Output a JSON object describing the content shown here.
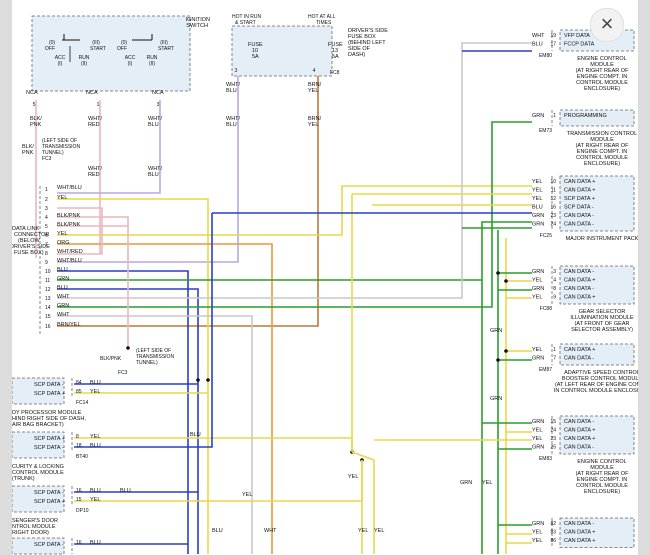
{
  "close_icon": "×",
  "colors": {
    "yel": "#e8d84a",
    "blu": "#2a3fc9",
    "grn": "#2c9e2c",
    "wht": "#c8c8c8",
    "org": "#e89a3a",
    "brn": "#b87a3a",
    "violet": "#b8a8e0",
    "pink": "#e8b8c0",
    "box": "#e4eef6"
  },
  "ignition": {
    "title1": "IGNITION",
    "title2": "SWITCH",
    "lock1": "(I)",
    "lock2": "(II)",
    "lock3": "(III)",
    "lock0": "(0)",
    "off": "OFF",
    "acc": "ACC",
    "run": "RUN",
    "start": "START",
    "lockB1": "(I)",
    "lockB2": "(II)",
    "lockB3": "(III)",
    "lockB0": "(0)",
    "offB": "OFF",
    "accB": "ACC",
    "runB": "RUN",
    "startB": "START",
    "pin5": "5",
    "pin1": "1",
    "pin3": "3",
    "ncaL": "NCA",
    "ncaM": "NCA",
    "ncaR": "NCA"
  },
  "fusebox": {
    "hot_run1": "HOT IN RUN",
    "hot_run2": "& START",
    "hot_all1": "HOT AT ALL",
    "hot_all2": "TIMES",
    "title1": "DRIVER'S SIDE",
    "title2": "FUSE BOX",
    "title3": "(BEHIND LEFT",
    "title4": "SIDE OF",
    "title5": "DASH)",
    "fuse_a": "FUSE",
    "fuse_a_num": "10",
    "fuse_a_amp": "5A",
    "fuse_b": "FUSE",
    "fuse_b_num": "13",
    "fuse_b_amp": "5A",
    "pin3": "3",
    "pin4": "4",
    "conn": "FC8"
  },
  "wires_left": {
    "blk_pnk": "BLK/",
    "blk_pnk2": "PNK",
    "blk_pnk3": "BLK/",
    "blk_pnk4": "PNK",
    "wht_red": "WHT/",
    "wht_red2": "RED",
    "wht_red3": "WHT/",
    "wht_red4": "RED",
    "wht_blu": "WHT/",
    "wht_blu2": "BLU",
    "wht_blu3": "WHT/",
    "wht_blu4": "BLU",
    "fuse_wht_blu": "WHT/",
    "fuse_wht_blu2": "BLU",
    "fuse_wht_blu3": "WHT/",
    "fuse_wht_blu4": "BLU",
    "brn_yel": "BRN/",
    "brn_yel2": "YEL",
    "brn_yel3": "BRN/",
    "brn_yel4": "YEL",
    "tunnel1": "(LEFT SIDE OF",
    "tunnel2": "TRANSMISSION",
    "tunnel3": "TUNNEL)",
    "fc3": "FC3"
  },
  "dlc": {
    "label1": "DATA LINK",
    "label2": "CONNECTOR",
    "label3": "(BELOW",
    "label4": "DRIVER'S SIDE",
    "label5": "FUSE BOX)",
    "pins": [
      {
        "n": "1",
        "c": "WHT/BLU"
      },
      {
        "n": "2",
        "c": "YEL"
      },
      {
        "n": "3",
        "c": ""
      },
      {
        "n": "4",
        "c": "BLK/PNK"
      },
      {
        "n": "5",
        "c": "BLK/PNK"
      },
      {
        "n": "6",
        "c": "YEL"
      },
      {
        "n": "7",
        "c": "ORG"
      },
      {
        "n": "8",
        "c": "WHT/RED"
      },
      {
        "n": "9",
        "c": "WHT/BLU"
      },
      {
        "n": "10",
        "c": "BLU"
      },
      {
        "n": "11",
        "c": "GRN"
      },
      {
        "n": "12",
        "c": "BLU"
      },
      {
        "n": "13",
        "c": "WHT"
      },
      {
        "n": "14",
        "c": "GRN"
      },
      {
        "n": "15",
        "c": "WHT"
      },
      {
        "n": "16",
        "c": "BRN/YEL"
      }
    ]
  },
  "mid": {
    "blk_pnk": "BLK/PNK",
    "tunnel1": "(LEFT SIDE OF",
    "tunnel2": "TRANSMISSION",
    "tunnel3": "TUNNEL)",
    "fc3": "FC3",
    "blu1": "BLU",
    "blu2": "BLU",
    "yel1": "YEL",
    "yel2": "YEL",
    "yel3": "YEL",
    "yel4": "YEL",
    "wht": "WHT",
    "blu3": "BLU"
  },
  "left_modules": [
    {
      "id": "body",
      "l1": "SCP DATA -",
      "l2": "SCP DATA +",
      "p1": "84",
      "p2": "85",
      "w1": "BLU",
      "w2": "YEL",
      "conn": "FC14",
      "d1": "DY PROCESSOR MODULE",
      "d2": "HIND RIGHT SIDE OF DASH,",
      "d3": "AIR BAG BRACKET)"
    },
    {
      "id": "security",
      "l1": "SCP DATA +",
      "l2": "SCP DATA -",
      "p1": "8",
      "p2": "18",
      "w1": "YEL",
      "w2": "BLU",
      "conn": "BT40",
      "d1": "CURITY & LOCKING",
      "d2": "CONTROL MODULE",
      "d3": "(TRUNK)"
    },
    {
      "id": "passdoor",
      "l1": "SCP DATA -",
      "l2": "SCP DATA +",
      "p1": "16",
      "p2": "15",
      "w1": "BLU",
      "w2": "YEL",
      "conn": "DP10",
      "d1": "SENGER'S DOOR",
      "d2": "NTROL MODULE",
      "d3": "RIGHT DOOR)"
    },
    {
      "id": "last",
      "l1": "SCP DATA -",
      "l2": "",
      "p1": "16",
      "p2": "",
      "w1": "BLU",
      "w2": "",
      "conn": "",
      "d1": "",
      "d2": "",
      "d3": ""
    }
  ],
  "right_modules": [
    {
      "id": "ecm1",
      "rows": [
        {
          "w": "WHT",
          "p": "19",
          "l": "VFP DATA"
        },
        {
          "w": "BLU",
          "p": "17",
          "l": "FCCP DATA"
        }
      ],
      "conn": "EM80",
      "d": [
        "ENGINE CONTROL",
        "MODULE",
        "(AT RIGHT REAR OF",
        "ENGINE COMPT. IN",
        "CONTROL MODULE",
        "ENCLOSURE)"
      ]
    },
    {
      "id": "tcm",
      "rows": [
        {
          "w": "GRN",
          "p": "1",
          "l": "PROGRAMMING"
        }
      ],
      "conn": "EM73",
      "d": [
        "TRANSMISSION CONTROL",
        "MODULE",
        "(AT RIGHT REAR OF",
        "ENGINE COMPT. IN",
        "CONTROL MODULE",
        "ENCLOSURE)"
      ]
    },
    {
      "id": "ipk",
      "rows": [
        {
          "w": "YEL",
          "p": "10",
          "l": "CAN DATA +"
        },
        {
          "w": "YEL",
          "p": "11",
          "l": "CAN DATA +"
        },
        {
          "w": "YEL",
          "p": "12",
          "l": "SCP DATA +"
        },
        {
          "w": "BLU",
          "p": "16",
          "l": "SCP DATA -"
        },
        {
          "w": "GRN",
          "p": "23",
          "l": "CAN DATA -"
        },
        {
          "w": "GRN",
          "p": "24",
          "l": "CAN DATA -"
        }
      ],
      "conn": "FC25",
      "d": [
        "MAJOR INSTRUMENT PACK"
      ]
    },
    {
      "id": "gear",
      "rows": [
        {
          "w": "GRN",
          "p": "3",
          "l": "CAN DATA -"
        },
        {
          "w": "YEL",
          "p": "4",
          "l": "CAN DATA +"
        },
        {
          "w": "GRN",
          "p": "8",
          "l": "CAN DATA -"
        },
        {
          "w": "YEL",
          "p": "9",
          "l": "CAN DATA +"
        }
      ],
      "conn": "FC88",
      "d": [
        "GEAR SELECTOR",
        "ILLUMINATION MODULE",
        "(AT FRONT OF GEAR",
        "SELECTOR ASSEMBLY)"
      ]
    },
    {
      "id": "speed",
      "rows": [
        {
          "w": "YEL",
          "p": "1",
          "l": "CAN DATA +"
        },
        {
          "w": "GRN",
          "p": "7",
          "l": "CAN DATA -"
        }
      ],
      "conn": "EM87",
      "d": [
        "ADAPTIVE SPEED CONTROL",
        "BOOSTER CONTROL MODULE",
        "(AT LEFT REAR OF ENGINE COMPT.",
        "IN CONTROL MODULE ENCLOSURE)"
      ]
    },
    {
      "id": "ecm2",
      "rows": [
        {
          "w": "GRN",
          "p": "15",
          "l": "CAN DATA -"
        },
        {
          "w": "YEL",
          "p": "24",
          "l": "CAN DATA +"
        },
        {
          "w": "YEL",
          "p": "23",
          "l": "CAN DATA +"
        },
        {
          "w": "GRN",
          "p": "25",
          "l": "CAN DATA -"
        }
      ],
      "conn": "EM83",
      "d": [
        "ENGINE CONTROL",
        "MODULE",
        "(AT RIGHT REAR OF",
        "ENGINE COMPT. IN",
        "CONTROL MODULE",
        "ENCLOSURE)"
      ]
    },
    {
      "id": "bottom",
      "rows": [
        {
          "w": "GRN",
          "p": "82",
          "l": "CAN DATA -"
        },
        {
          "w": "YEL",
          "p": "83",
          "l": "CAN DATA +"
        },
        {
          "w": "YEL",
          "p": "86",
          "l": "CAN DATA +"
        }
      ],
      "conn": "",
      "d": []
    }
  ],
  "right_wires": {
    "grn1": "GRN",
    "grn2": "GRN",
    "grn3": "GRN",
    "yel1": "YEL"
  }
}
